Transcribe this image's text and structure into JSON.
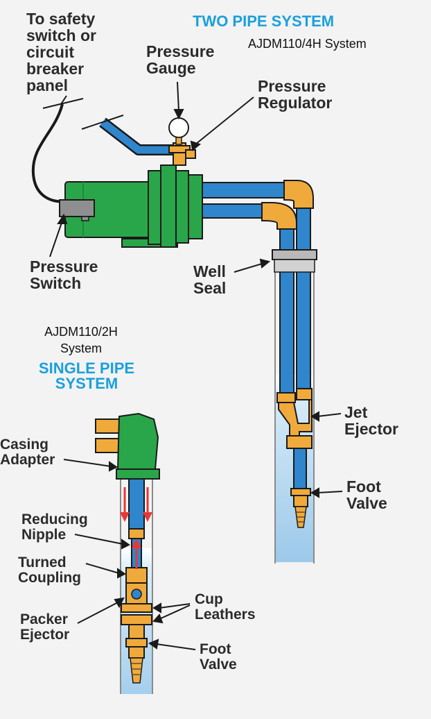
{
  "titles": {
    "two_pipe": "TWO PIPE SYSTEM",
    "two_pipe_model": "AJDM110/4H System",
    "single_pipe": "SINGLE PIPE\nSYSTEM",
    "single_pipe_model": "AJDM110/2H\nSystem"
  },
  "labels": {
    "safety_switch": "To safety\nswitch or\ncircuit\nbreaker\npanel",
    "pressure_gauge": "Pressure\nGauge",
    "pressure_regulator": "Pressure\nRegulator",
    "pressure_switch": "Pressure\nSwitch",
    "well_seal": "Well\nSeal",
    "jet_ejector": "Jet\nEjector",
    "foot_valve_two_pipe": "Foot\nValve",
    "casing_adapter": "Casing\nAdapter",
    "reducing_nipple": "Reducing\nNipple",
    "turned_coupling": "Turned\nCoupling",
    "packer_ejector": "Packer\nEjector",
    "cup_leathers": "Cup\nLeathers",
    "foot_valve_single_pipe": "Foot\nValve"
  },
  "colors": {
    "pipe_blue": "#2f86cc",
    "pump_green": "#2aa64a",
    "fitting_orange": "#f0aa3c",
    "water_light": "#cfe6f6",
    "arrow_red": "#e53935",
    "title_blue": "#1aa0dd"
  }
}
